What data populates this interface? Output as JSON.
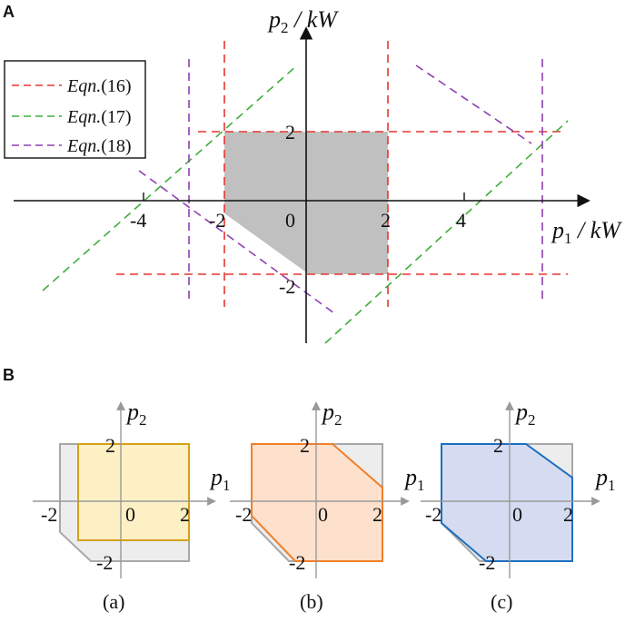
{
  "panels": {
    "A": {
      "letter": "A",
      "axis_x": {
        "var": "p",
        "sub": "1",
        "unit": " / kW"
      },
      "axis_y": {
        "var": "p",
        "sub": "2",
        "unit": " / kW"
      },
      "x_ticks": [
        "-4",
        "-2",
        "0",
        "2",
        "4"
      ],
      "y_ticks": [
        "2",
        "-2"
      ],
      "legend": [
        {
          "label": "Eqn.",
          "number": "(16)",
          "color": "#e8352f"
        },
        {
          "label": "Eqn.",
          "number": "(17)",
          "color": "#3fae3a"
        },
        {
          "label": "Eqn.",
          "number": "(18)",
          "color": "#8e3fb0"
        }
      ],
      "fill_color": "#c0c0c0"
    },
    "B": {
      "letter": "B",
      "axis_x": {
        "var": "p",
        "sub": "1"
      },
      "axis_y": {
        "var": "p",
        "sub": "2"
      },
      "tick_labels": {
        "neg_x": "-2",
        "origin": "0",
        "pos_x": "2",
        "pos_y": "2",
        "neg_y": "-2"
      },
      "subpanels": [
        {
          "caption": "(a)",
          "color": "#d4a017",
          "fill": "#fdf0c4"
        },
        {
          "caption": "(b)",
          "color": "#f07f2a",
          "fill": "#fde1cd"
        },
        {
          "caption": "(c)",
          "color": "#1e6fc0",
          "fill": "#d5dcf1"
        }
      ],
      "reference_color": "#a8a8a8"
    }
  }
}
